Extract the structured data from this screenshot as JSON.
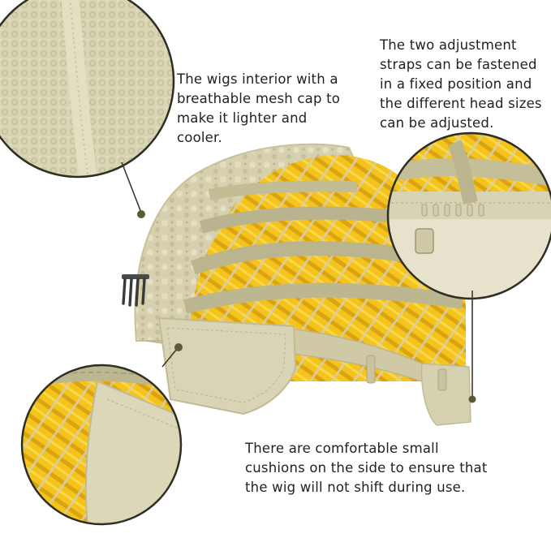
{
  "captions": {
    "mesh_cap": "The wigs interior with a breathable mesh cap to make it lighter and cooler.",
    "adjustment_straps": "The two adjustment straps can be fastened in a fixed position and the different head sizes can be adjusted.",
    "cushions": "There are comfortable small cushions on the side to ensure that the wig will not shift during use."
  },
  "colors": {
    "background": "#ffffff",
    "cap_beige": "#d8d4b8",
    "strap_khaki": "#b7b28f",
    "hair_yellow": "#f2c21c",
    "mesh_lace": "#cfc9a6",
    "callout_line": "#3a3a2a",
    "callout_dot": "#5a5a36",
    "text": "#222222"
  },
  "icons": {
    "comb": "comb-icon"
  }
}
